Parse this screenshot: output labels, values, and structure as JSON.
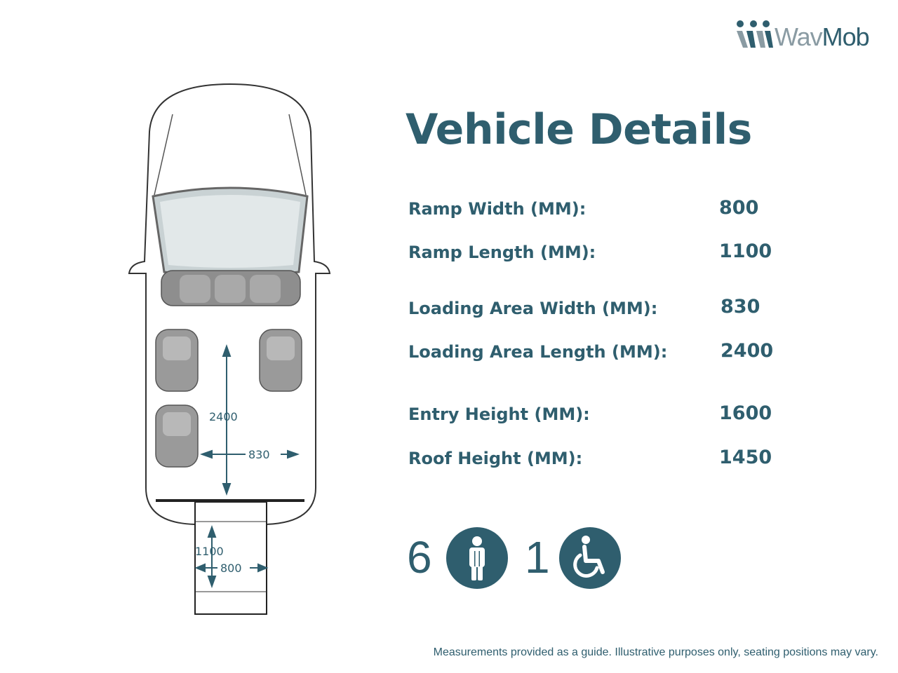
{
  "brand": {
    "name_part1": "Wav",
    "name_part2": "Mob",
    "colors": {
      "primary": "#2f5e6e",
      "secondary": "#8a9ba3"
    }
  },
  "title": "Vehicle Details",
  "specs": [
    {
      "label": "Ramp Width (MM):",
      "value": "800"
    },
    {
      "label": "Ramp Length (MM):",
      "value": "1100"
    },
    {
      "label": "Loading Area Width (MM):",
      "value": "830"
    },
    {
      "label": "Loading Area Length (MM):",
      "value": "2400"
    },
    {
      "label": "Entry Height (MM):",
      "value": "1600"
    },
    {
      "label": "Roof Height (MM):",
      "value": "1450"
    }
  ],
  "capacity": {
    "passengers": "6",
    "passenger_icon": "person-icon",
    "wheelchairs": "1",
    "wheelchair_icon": "wheelchair-icon"
  },
  "diagram": {
    "loading_length": "2400",
    "loading_width": "830",
    "ramp_length": "1100",
    "ramp_width": "800"
  },
  "disclaimer": "Measurements provided as a guide. Illustrative purposes only, seating positions may vary."
}
